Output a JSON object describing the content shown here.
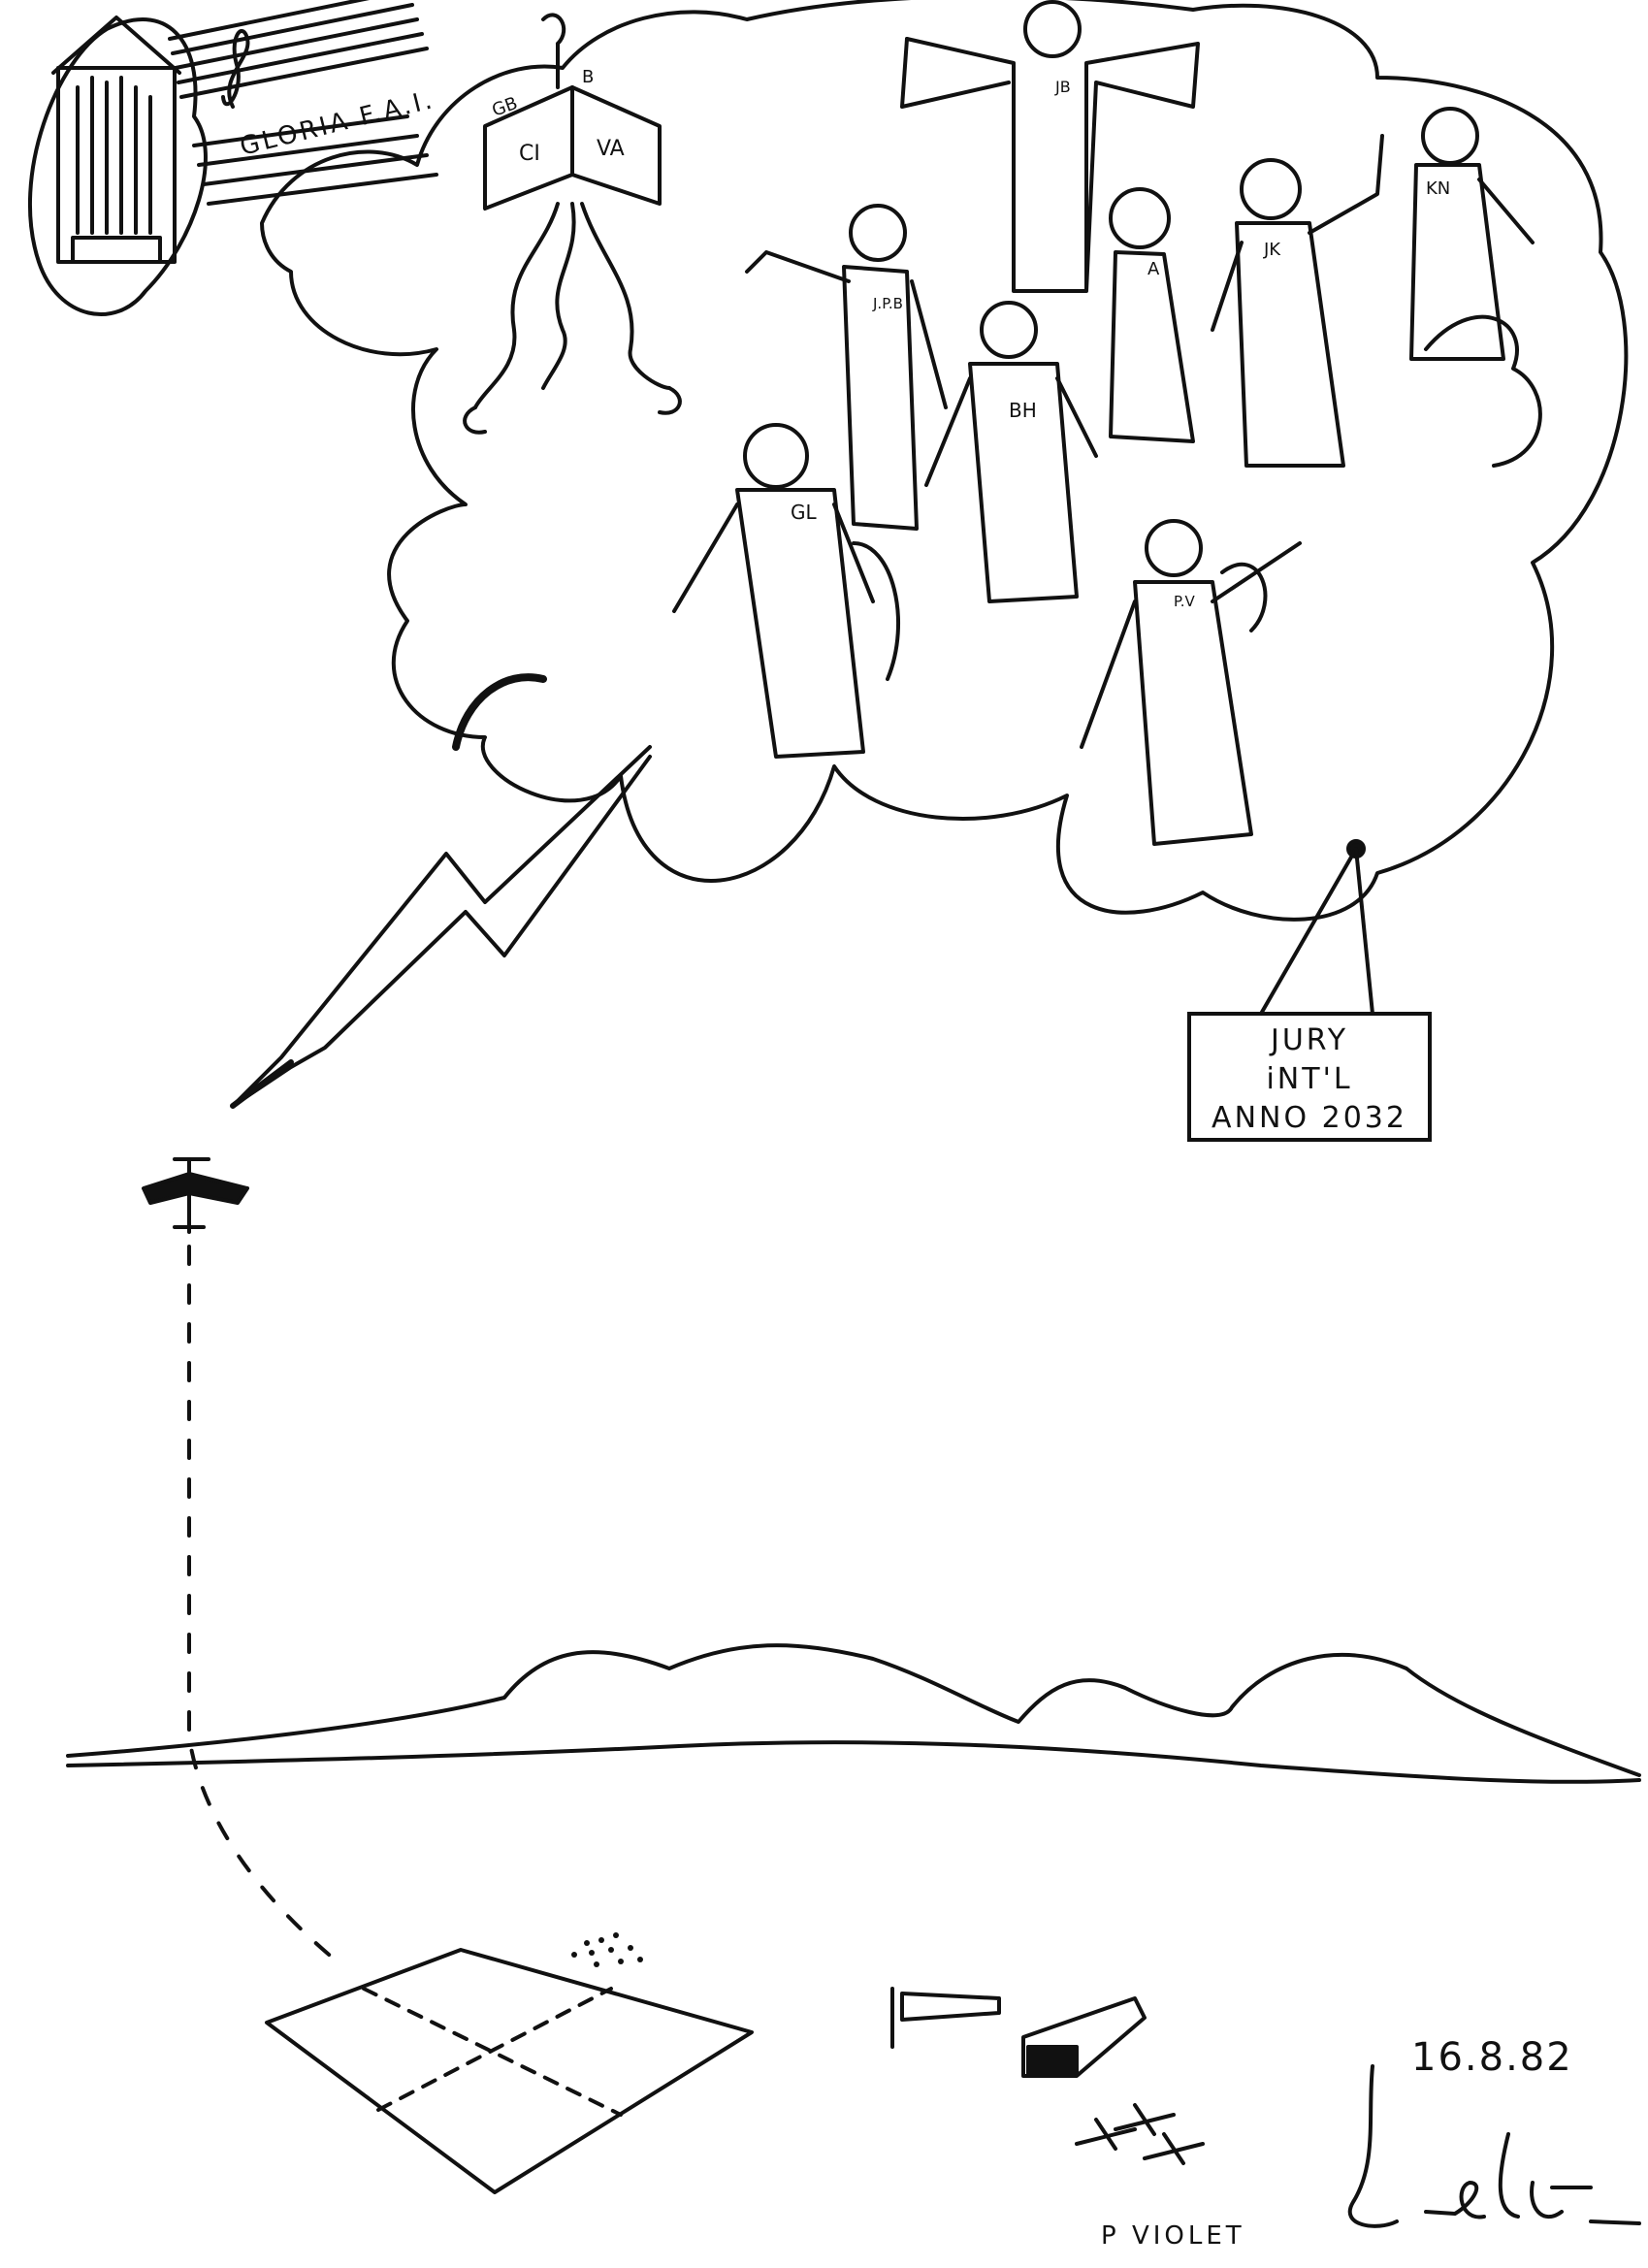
{
  "heaven": {
    "banner_text": "GLORIA F.A.I.",
    "book_left": "GB",
    "book_ref": "B",
    "book_page_left": "CI",
    "book_page_right": "VA",
    "angels": [
      {
        "initials": "JB"
      },
      {
        "initials": "J.P.B"
      },
      {
        "initials": "A"
      },
      {
        "initials": "JK"
      },
      {
        "initials": "KN"
      },
      {
        "initials": "BH"
      },
      {
        "initials": "GL"
      },
      {
        "initials": "P.V"
      }
    ]
  },
  "jury_sign": {
    "line1": "JURY",
    "line2": "iNT'L",
    "line3": "ANNO 2032"
  },
  "footer": {
    "date": "16.8.82",
    "artist": "P VIOLET"
  }
}
